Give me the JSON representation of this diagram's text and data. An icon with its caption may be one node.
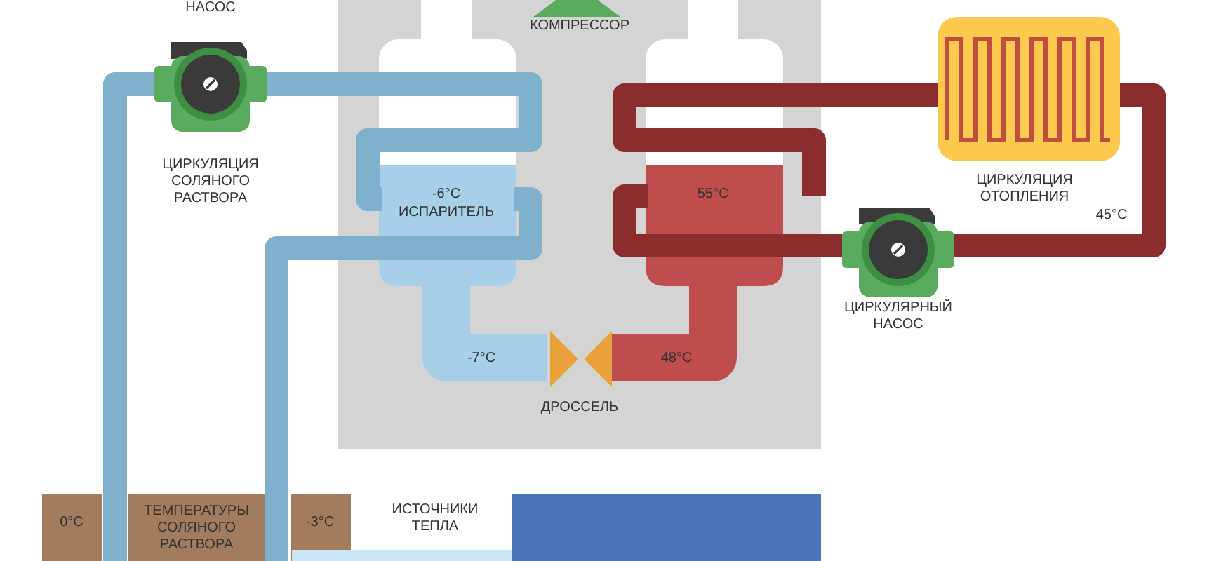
{
  "diagram": {
    "labels": [
      "НАСОС",
      "КОМПРЕССОР",
      "ЦИРКУЛЯЦИЯ СОЛЯНОГО РАСТВОРА",
      "ЦИРКУЛЯЦИЯ ОТОПЛЕНИЯ",
      "-6°C",
      "ИСПАРИТЕЛЬ",
      "55°C",
      "45°C",
      "ЦИРКУЛЯРНЫЙ НАСОС",
      "-7°C",
      "48°C",
      "ДРОССЕЛЬ",
      "ИСТОЧНИКИ ТЕПЛА",
      "0°C",
      "ТЕМПЕРАТУРЫ СОЛЯНОГО РАСТВОРА",
      "-3°C"
    ]
  }
}
